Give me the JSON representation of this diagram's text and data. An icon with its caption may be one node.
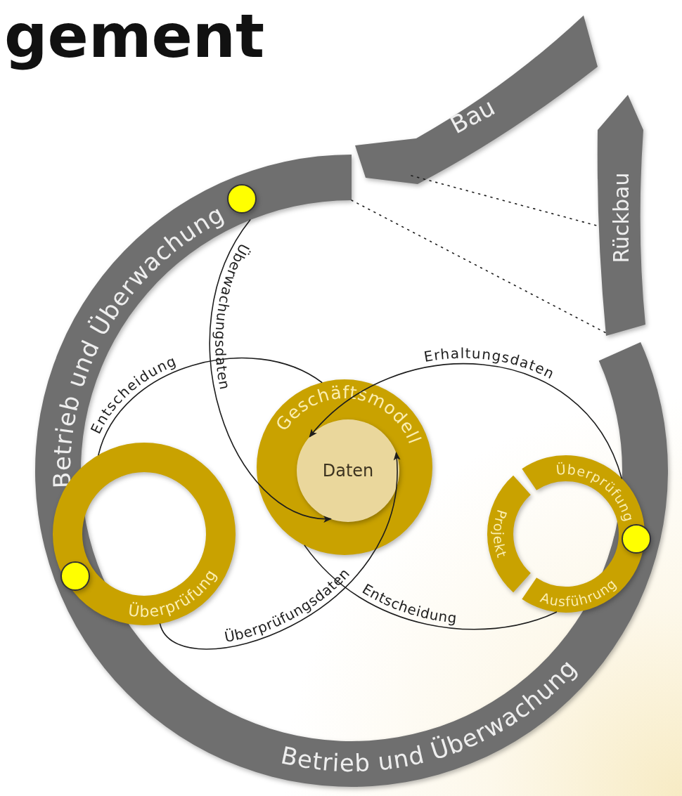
{
  "diagram": {
    "title": "gement",
    "nodes": [
      {
        "text": [
          "Bau"
        ]
      },
      {
        "text": [
          "Betrieb und Überwachung",
          "Betrieb und Überwachung"
        ]
      },
      {
        "text": [
          "Rückbau"
        ]
      },
      {
        "text": [
          "Geschäftsmodell"
        ]
      },
      {
        "text": [
          "Daten"
        ],
        "in": 3
      },
      {
        "text": [
          "Überprüfung"
        ]
      },
      {
        "text": [
          "Überprüfung",
          "Projekt",
          "Ausführung"
        ]
      },
      {
        "text": [],
        "shape": "circle",
        "in": 1
      },
      {
        "text": [],
        "shape": "circle",
        "in": 1
      },
      {
        "text": [],
        "shape": "circle",
        "in": 1
      }
    ],
    "edges": [
      {
        "from": 1,
        "to": 4,
        "arrow": "to",
        "label": "Überwachungsdaten"
      },
      {
        "from": 6,
        "to": 4,
        "arrow": "to",
        "label": "Erhaltungsdaten"
      },
      {
        "from": 3,
        "to": 5,
        "arrow": "none",
        "label": "Entscheidung"
      },
      {
        "from": 5,
        "to": 4,
        "arrow": "to",
        "label": "Überprüfungsdaten"
      },
      {
        "from": 3,
        "to": 6,
        "arrow": "none",
        "label": "Entscheidung"
      },
      {
        "from": 0,
        "to": 2,
        "arrow": "none",
        "style": "dashed"
      },
      {
        "from": 1,
        "to": 2,
        "arrow": "none",
        "style": "dashed"
      }
    ]
  }
}
